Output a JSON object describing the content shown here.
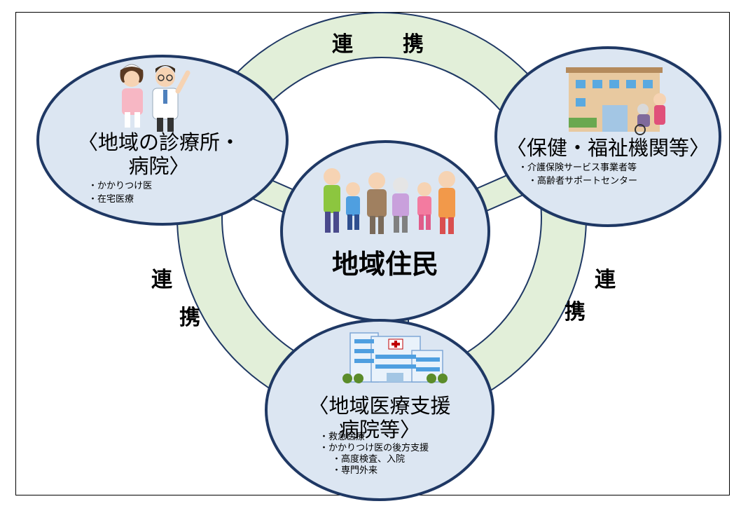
{
  "colors": {
    "circle_fill": "#dce6f2",
    "circle_stroke": "#1f3864",
    "ring_fill": "#e2efd9",
    "ring_stroke": "#1f3864",
    "frame": "#000000"
  },
  "links": {
    "top": {
      "char1": "連",
      "char2": "携"
    },
    "left": {
      "char1": "連",
      "char2": "携"
    },
    "right": {
      "char1": "連",
      "char2": "携"
    }
  },
  "nodes": {
    "clinic": {
      "icon": "doctor-and-nurse-icon",
      "title_line1": "〈地域の診療所・",
      "title_line2": "病院〉",
      "items": [
        "・かかりつけ医",
        "・在宅医療"
      ]
    },
    "welfare": {
      "icon": "care-facility-icon",
      "title": "〈保健・福祉機関等〉",
      "items": [
        "・介護保険サービス事業者等",
        "・高齢者サポートセンター"
      ]
    },
    "residents": {
      "icon": "family-icon",
      "title": "地域住民"
    },
    "support_hospital": {
      "icon": "hospital-building-icon",
      "title_line1": "〈地域医療支援",
      "title_line2": "病院等〉",
      "items": [
        "・救急医療",
        "・かかりつけ医の後方支援",
        "・高度検査、入院",
        "・専門外来"
      ]
    }
  }
}
